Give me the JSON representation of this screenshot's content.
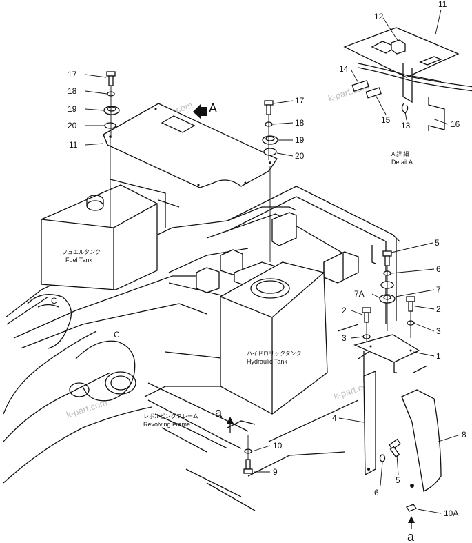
{
  "watermark": "k-part.com",
  "detail": {
    "jp": "A 詳 細",
    "en": "Detail A",
    "view_letter": "A"
  },
  "components": {
    "fuel_tank_jp": "フュエルタンク",
    "fuel_tank_en": "Fuel Tank",
    "hydraulic_tank_jp": "ハイドロリックタンク",
    "hydraulic_tank_en": "Hydraulic Tank",
    "revolving_frame_jp": "レボルビングフレーム",
    "revolving_frame_en": "Revolving Frame",
    "arrow_view_a": "a",
    "arrow_view_a_bottom": "a"
  },
  "callouts": {
    "c11_top": "11",
    "c12": "12",
    "c14": "14",
    "c15": "15",
    "c13": "13",
    "c16": "16",
    "c17_left": "17",
    "c18_left": "18",
    "c19_left": "19",
    "c20_left": "20",
    "c11_left": "11",
    "c17_right": "17",
    "c18_right": "18",
    "c19_right": "19",
    "c20_right": "20",
    "c5_top": "5",
    "c6_top": "6",
    "c7": "7",
    "c7a": "7A",
    "c2_right": "2",
    "c3_right": "3",
    "c2_mid": "2",
    "c3_mid": "3",
    "c1": "1",
    "c4": "4",
    "c8": "8",
    "c6_bottom": "6",
    "c5_bottom": "5",
    "c10": "10",
    "c9": "9",
    "c10a": "10A"
  }
}
